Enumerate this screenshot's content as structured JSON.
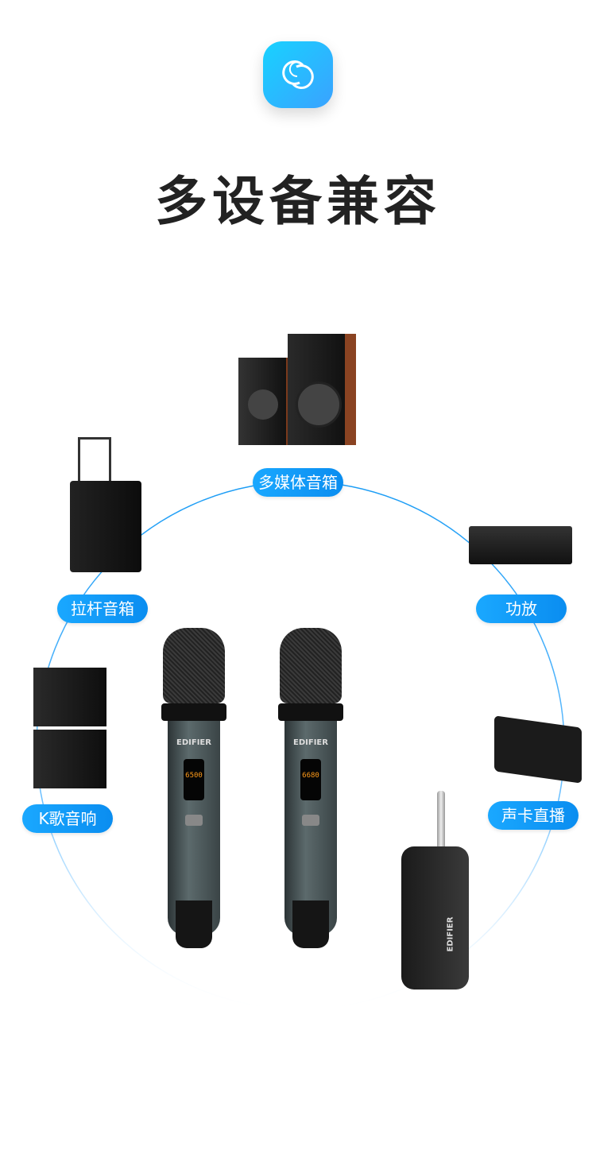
{
  "header": {
    "icon": "link-rings-icon",
    "title": "多设备兼容"
  },
  "devices": [
    {
      "label": "多媒体音箱",
      "icon": "bookshelf-speakers"
    },
    {
      "label": "拉杆音箱",
      "icon": "trolley-speaker"
    },
    {
      "label": "功放",
      "icon": "amplifier"
    },
    {
      "label": "K歌音响",
      "icon": "karaoke-speaker"
    },
    {
      "label": "声卡直播",
      "icon": "sound-card"
    }
  ],
  "product": {
    "brand": "EDIFIER",
    "mic1_display": "6500",
    "mic2_display": "6680"
  },
  "colors": {
    "accent": "#0a8df0",
    "title": "#222222"
  }
}
